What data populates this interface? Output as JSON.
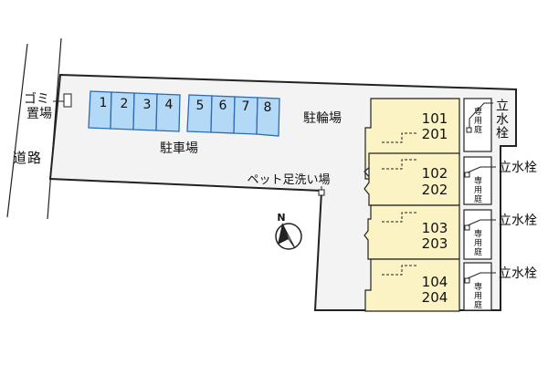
{
  "road": {
    "label": "道路"
  },
  "garbage": {
    "label": "ゴミ置場",
    "line1": "ゴミ",
    "line2": "置場"
  },
  "parking": {
    "label": "駐車場",
    "spaces": [
      "1",
      "2",
      "3",
      "4",
      "5",
      "6",
      "7",
      "8"
    ]
  },
  "bicycle_parking": {
    "label": "駐輪場"
  },
  "pet_wash": {
    "label": "ペット足洗い場"
  },
  "compass": {
    "label": "N"
  },
  "units": [
    {
      "upper": "101",
      "lower": "201",
      "garden": "専用庭",
      "faucet": "立水栓"
    },
    {
      "upper": "102",
      "lower": "202",
      "garden": "専用庭",
      "faucet": "立水栓"
    },
    {
      "upper": "103",
      "lower": "203",
      "garden": "専用庭",
      "faucet": "立水栓"
    },
    {
      "upper": "104",
      "lower": "204",
      "garden": "専用庭",
      "faucet": "立水栓"
    }
  ],
  "colors": {
    "parking_fill": "#b3d9f7",
    "parking_stroke": "#2a6ab8",
    "building_fill": "#fbf3c4",
    "lot_fill": "#f3f3f3",
    "outline": "#222222"
  }
}
